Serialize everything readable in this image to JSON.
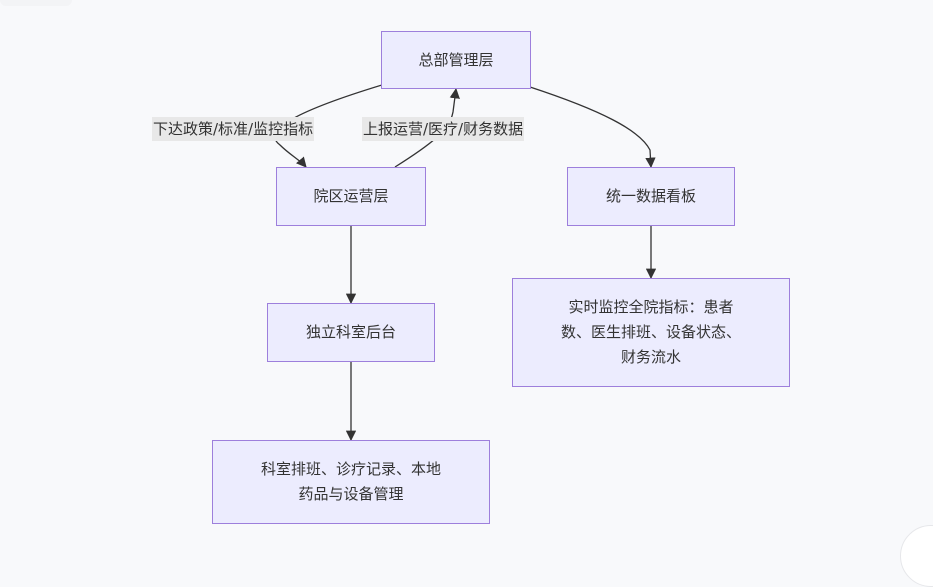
{
  "diagram": {
    "type": "flowchart",
    "nodes": {
      "hq": "总部管理层",
      "campus": "院区运营层",
      "dashboard": "统一数据看板",
      "dept": "独立科室后台",
      "monitor_line1": "实时监控全院指标：患者",
      "monitor_line2": "数、医生排班、设备状态、",
      "monitor_line3": "财务流水",
      "deptmgmt_line1": "科室排班、诊疗记录、本地",
      "deptmgmt_line2": "药品与设备管理"
    },
    "edges": [
      {
        "from": "hq",
        "to": "campus",
        "label": "下达政策/标准/监控指标"
      },
      {
        "from": "campus",
        "to": "hq",
        "label": "上报运营/医疗/财务数据"
      },
      {
        "from": "hq",
        "to": "dashboard",
        "label": ""
      },
      {
        "from": "campus",
        "to": "dept",
        "label": ""
      },
      {
        "from": "dashboard",
        "to": "monitor",
        "label": ""
      },
      {
        "from": "dept",
        "to": "deptmgmt",
        "label": ""
      }
    ],
    "colors": {
      "node_fill": "#ececfe",
      "node_border": "#9d7fdc",
      "edge": "#333333",
      "label_bg": "#e8e8e8"
    }
  }
}
